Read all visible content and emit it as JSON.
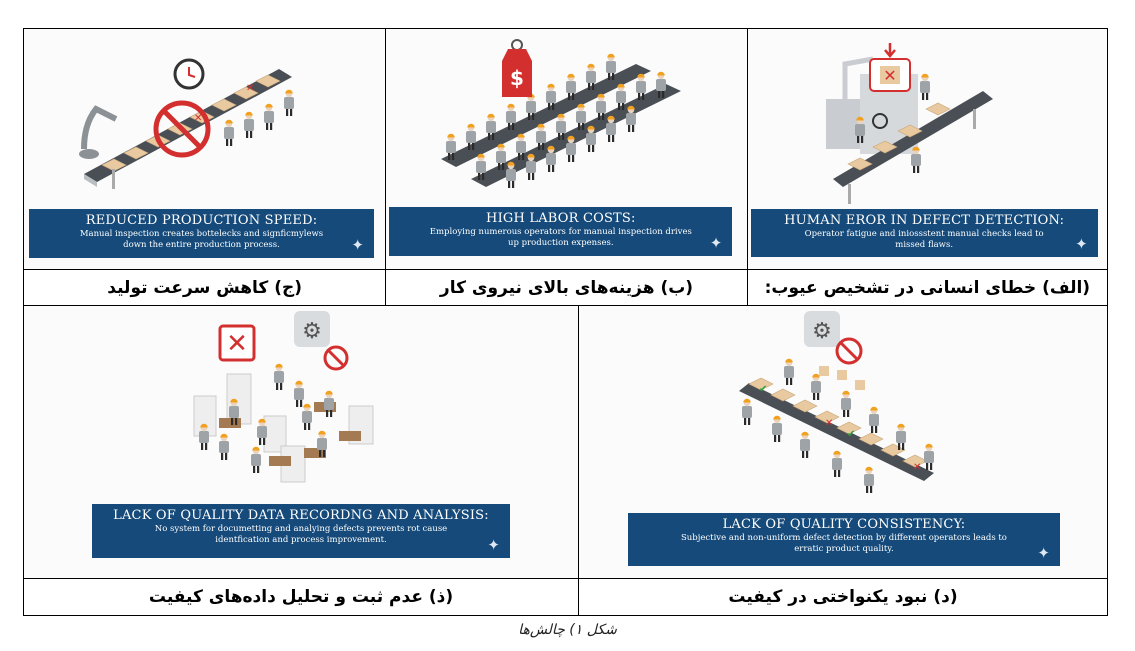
{
  "panels": {
    "a": {
      "banner_title": "HUMAN EROR IN DEFECT DETECTION:",
      "banner_desc": "Operator fatigue and iniossstent manual checks lead to missed flaws.",
      "caption": "(الف) خطای انسانی در تشخیص عیوب:",
      "illustration": "machine-conveyor-inspection-with-red-x-alert"
    },
    "b": {
      "banner_title": "HIGH LABOR COSTS:",
      "banner_desc": "Employing numerous operators for manual inspection drives up production expenses.",
      "caption": "(ب) هزینه‌های بالای نیروی کار",
      "illustration": "many-workers-conveyors-dollar-price-tag"
    },
    "c": {
      "banner_title": "REDUCED PRODUCTION SPEED:",
      "banner_desc": "Manual inspection creates bottelecks and signficmylews down the entire production process.",
      "caption": "(ج) کاهش سرعت تولید",
      "illustration": "robot-arm-conveyor-slow-clock-prohibited"
    },
    "d": {
      "banner_title": "LACK OF QUALITY CONSISTENCY:",
      "banner_desc": "Subjective and non-uniform defect detection by different operators leads to erratic product quality.",
      "caption": "(د) نبود یکنواختی در کیفیت",
      "illustration": "operators-inspecting-conveyor-mixed-checks-crosses"
    },
    "e": {
      "banner_title": "LACK OF QUALITY DATA RECORDNG AND ANALYSIS:",
      "banner_desc": "No system for documetting and analying defects prevents rot cause identfication and process improvement.",
      "caption": "(ذ) عدم ثبت و تحلیل داده‌های کیفیت",
      "illustration": "office-paper-stacks-workers-no-chart"
    }
  },
  "figure_caption": "شکل ۱) چالش‌ها",
  "colors": {
    "banner": "#154a7a",
    "accent_red": "#d32f2f",
    "helmet": "#f2a020",
    "belt": "#4a4f55",
    "box": "#e8c9a0"
  }
}
